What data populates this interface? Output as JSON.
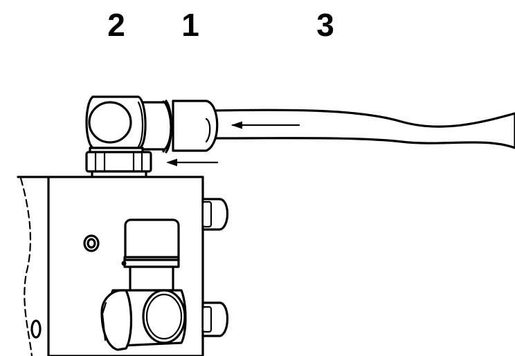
{
  "callouts": [
    {
      "id": "2",
      "label": "2",
      "part": "elbow-fitting"
    },
    {
      "id": "1",
      "label": "1",
      "part": "hose-connector"
    },
    {
      "id": "3",
      "label": "3",
      "part": "hose"
    }
  ],
  "colors": {
    "ink": "#000000",
    "paper": "#ffffff"
  }
}
